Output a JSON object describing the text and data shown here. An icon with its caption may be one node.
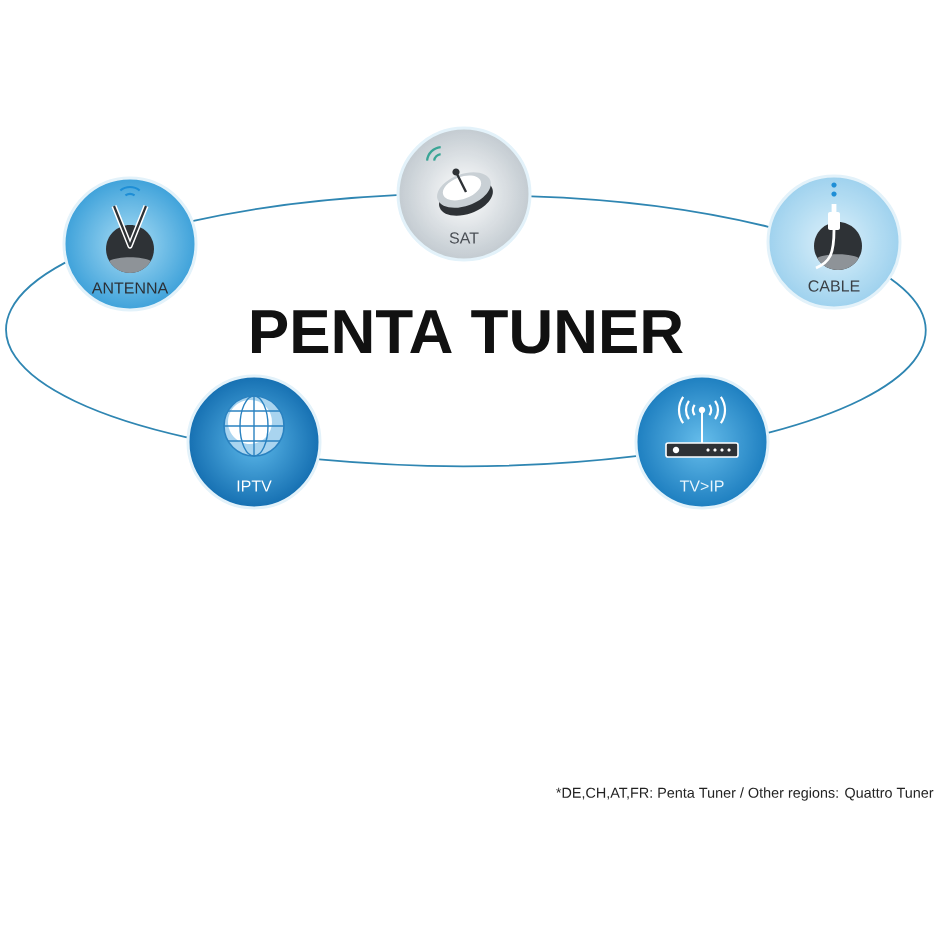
{
  "diagram": {
    "title": "PENTA TUNER",
    "nodes": [
      {
        "text": [
          "ANTENNA"
        ]
      },
      {
        "text": [
          "SAT"
        ]
      },
      {
        "text": [
          "CABLE"
        ]
      },
      {
        "text": [
          "IPTV"
        ]
      },
      {
        "text": [
          "TV>IP"
        ]
      }
    ],
    "edges": [
      {
        "from": 0,
        "to": 1,
        "arrow": "none"
      },
      {
        "from": 1,
        "to": 2,
        "arrow": "none"
      },
      {
        "from": 2,
        "to": 4,
        "arrow": "none"
      },
      {
        "from": 4,
        "to": 3,
        "arrow": "none"
      },
      {
        "from": 3,
        "to": 0,
        "arrow": "none"
      }
    ],
    "labels": [
      "*DE,CH,AT,FR: Penta Tuner / Other regions: Quattro Tuner"
    ]
  }
}
